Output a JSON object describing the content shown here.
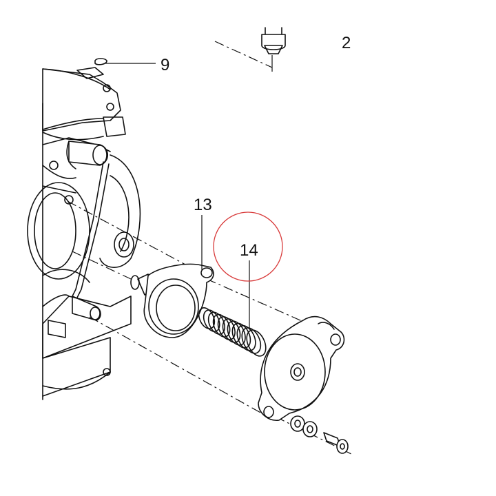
{
  "diagram": {
    "callouts": [
      {
        "id": "9",
        "label": "9"
      },
      {
        "id": "13",
        "label": "13"
      },
      {
        "id": "14",
        "label": "14"
      },
      {
        "id": "partial",
        "label": "2"
      }
    ],
    "highlight_color": "#d83a3a",
    "line_color": "#111111"
  }
}
